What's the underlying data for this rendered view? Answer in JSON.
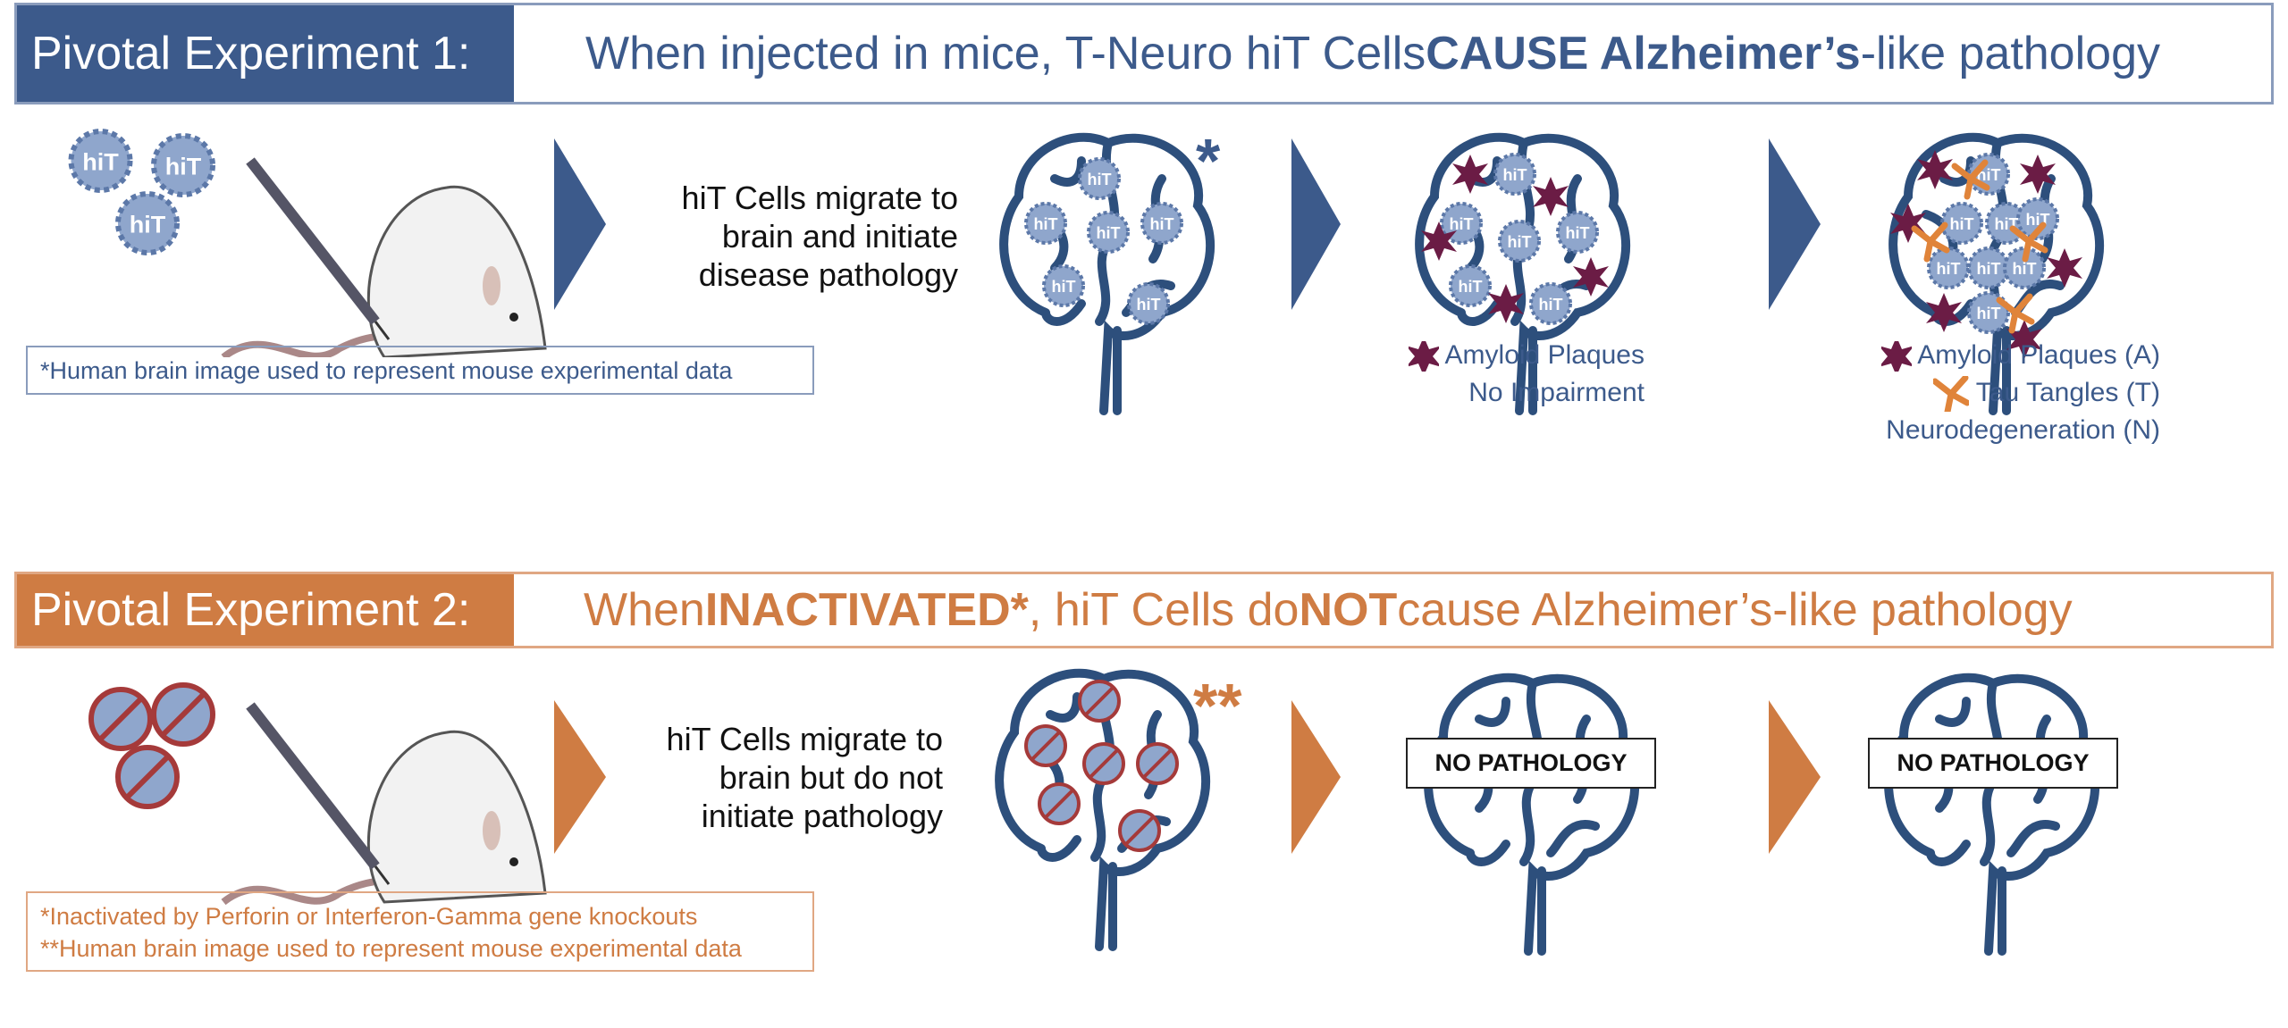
{
  "experiment1": {
    "label": "Pivotal Experiment 1:",
    "title_pre": "When injected in mice, T-Neuro hiT Cells ",
    "title_bold": "CAUSE Alzheimer’s",
    "title_post": "-like pathology",
    "description": [
      "hiT Cells migrate to",
      "brain and initiate",
      "disease pathology"
    ],
    "asterisk": "*",
    "note": "*Human brain image used to represent mouse experimental data",
    "stage2_legend": [
      "Amyloid Plaques",
      "No Impairment"
    ],
    "stage3_legend": [
      "Amyloid Plaques (A)",
      "Tau Tangles (T)",
      "Neurodegeneration (N)"
    ],
    "cell_label": "hiT",
    "color": "#3c5a8b"
  },
  "experiment2": {
    "label": "Pivotal Experiment 2:",
    "title_pre": "When ",
    "title_bold1": "INACTIVATED*",
    "title_mid": ", hiT Cells do ",
    "title_bold2": "NOT",
    "title_post": " cause Alzheimer’s-like pathology",
    "description": [
      "hiT Cells migrate to",
      "brain but do not",
      "initiate pathology"
    ],
    "asterisk": "**",
    "notes": [
      "*Inactivated by Perforin or Interferon-Gamma gene knockouts",
      "**Human brain image used to represent mouse experimental data"
    ],
    "stage2_label": "NO PATHOLOGY",
    "stage3_label": "NO PATHOLOGY",
    "color": "#cf7c43"
  },
  "colors": {
    "plaque": "#6b1c45",
    "tangle": "#e0843a",
    "brain": "#2d4f7c"
  }
}
